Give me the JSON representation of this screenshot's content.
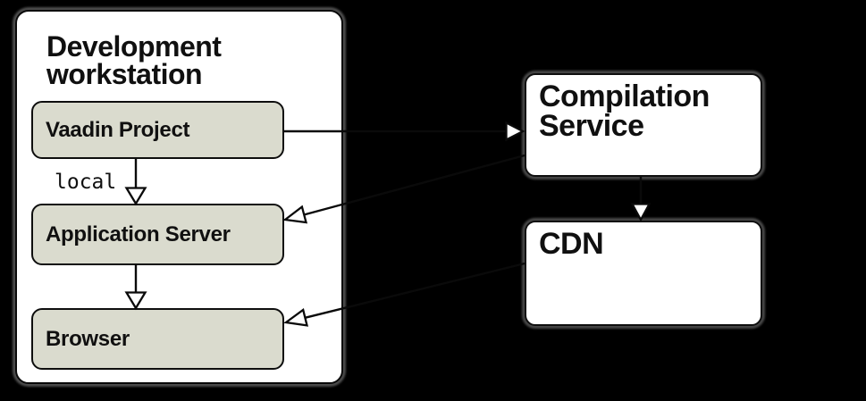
{
  "diagram": {
    "type": "architecture-flow",
    "background_color": "#000000",
    "colors": {
      "container_fill": "#ffffff",
      "internal_node_fill": "#dadbce",
      "external_node_fill": "#ffffff",
      "border": "#0a0a0a",
      "shadow": "#4d4d4d",
      "text": "#101010"
    }
  },
  "workstation": {
    "title": "Development workstation",
    "nodes": [
      {
        "id": "vaadin-project",
        "label": "Vaadin Project"
      },
      {
        "id": "application-server",
        "label": "Application Server"
      },
      {
        "id": "browser",
        "label": "Browser"
      }
    ]
  },
  "external_nodes": [
    {
      "id": "compilation-service",
      "label": "Compilation Service"
    },
    {
      "id": "cdn",
      "label": "CDN"
    }
  ],
  "edges": [
    {
      "from": "vaadin-project",
      "to": "application-server",
      "label": "local",
      "style": "hollow-arrow"
    },
    {
      "from": "application-server",
      "to": "browser",
      "label": "",
      "style": "hollow-arrow"
    },
    {
      "from": "vaadin-project",
      "to": "compilation-service",
      "label": "",
      "style": "hollow-arrow"
    },
    {
      "from": "compilation-service",
      "to": "cdn",
      "label": "",
      "style": "hollow-arrow"
    },
    {
      "from": "compilation-service",
      "to": "application-server",
      "label": "",
      "style": "hollow-arrow"
    },
    {
      "from": "cdn",
      "to": "browser",
      "label": "",
      "style": "hollow-arrow"
    }
  ]
}
